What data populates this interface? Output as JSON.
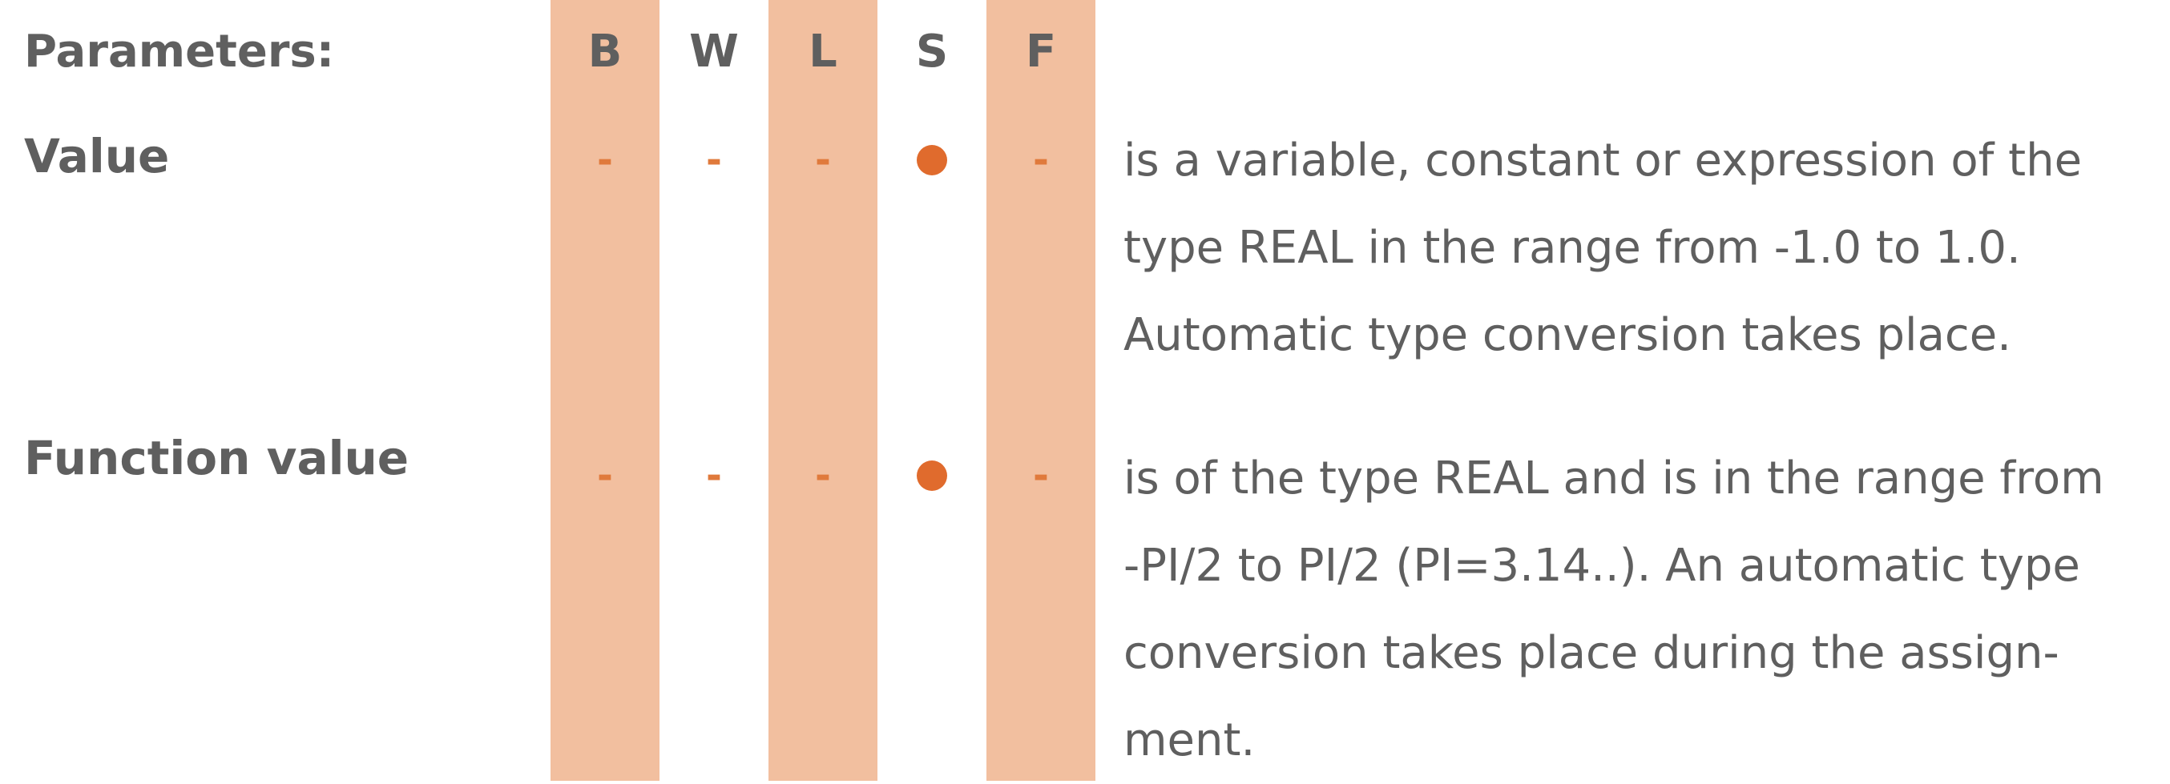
{
  "header": {
    "label": "Parameters:",
    "columns": [
      "B",
      "W",
      "L",
      "S",
      "F"
    ]
  },
  "rows": [
    {
      "label": "Value",
      "marks": [
        "-",
        "-",
        "-",
        "●",
        "-"
      ],
      "description_lines": [
        "is a variable, constant or expression of the",
        "type REAL in the range from -1.0 to 1.0.",
        "Automatic type conversion takes place."
      ]
    },
    {
      "label": "Function value",
      "marks": [
        "-",
        "-",
        "-",
        "●",
        "-"
      ],
      "description_lines": [
        "is of the type REAL and is in the range from",
        "-PI/2 to PI/2 (PI=3.14..). An automatic type",
        "conversion takes place during the assign-",
        "ment."
      ]
    }
  ],
  "colors": {
    "band": "#f2bf9f",
    "accent": "#e06b2d",
    "text": "#5f5f5f"
  }
}
